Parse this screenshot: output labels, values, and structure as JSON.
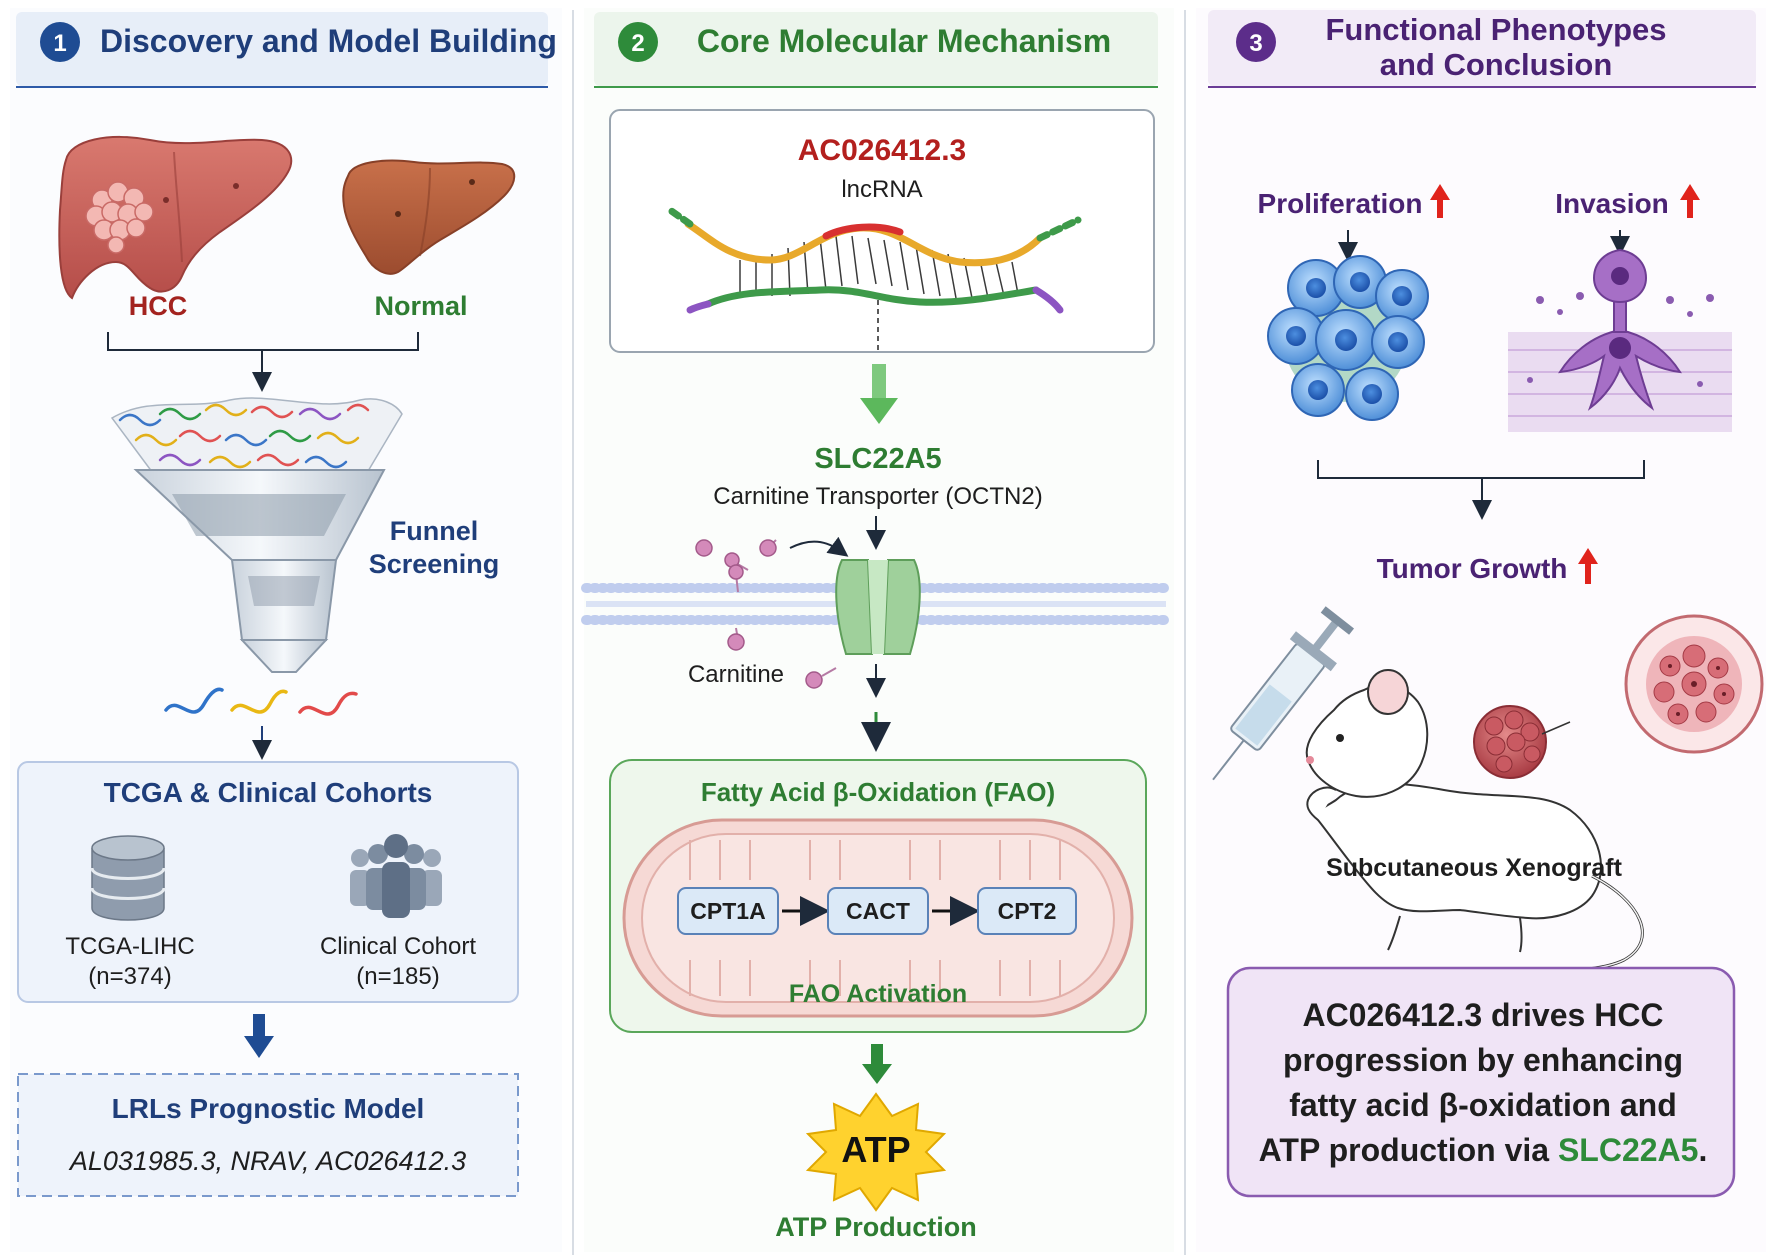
{
  "colors": {
    "blue_title": "#1f3e7a",
    "green_title": "#2e7d32",
    "purple_title": "#4a2273",
    "hcc_red": "#a3231f",
    "normal_green": "#2e7d32",
    "accent_red": "#e0231c",
    "membrane": "#b9c7ea",
    "mitochondria": "#f3cfcb"
  },
  "panel1": {
    "number": "1",
    "title": "Discovery and Model Building",
    "hcc_label": "HCC",
    "normal_label": "Normal",
    "funnel_label_line1": "Funnel",
    "funnel_label_line2": "Screening",
    "cohorts_title": "TCGA & Clinical Cohorts",
    "tcga_name": "TCGA-LIHC",
    "tcga_n": "(n=374)",
    "clinical_name": "Clinical Cohort",
    "clinical_n": "(n=185)",
    "model_title": "LRLs Prognostic Model",
    "model_genes": "AL031985.3, NRAV, AC026412.3",
    "icons": [
      "liver-hcc-icon",
      "liver-normal-icon",
      "funnel-icon",
      "database-icon",
      "people-group-icon"
    ]
  },
  "panel2": {
    "number": "2",
    "title": "Core Molecular Mechanism",
    "lnc_name": "AC026412.3",
    "lnc_type": "lncRNA",
    "target_name": "SLC22A5",
    "target_desc": "Carnitine Transporter (OCTN2)",
    "carnitine_label": "Carnitine",
    "fao_title": "Fatty Acid β-Oxidation (FAO)",
    "enzymes": [
      "CPT1A",
      "CACT",
      "CPT2"
    ],
    "fao_activation": "FAO Activation",
    "atp_label": "ATP",
    "atp_production": "ATP Production",
    "icons": [
      "rna-duplex-icon",
      "transporter-icon",
      "mitochondrion-icon",
      "atp-burst-icon"
    ]
  },
  "panel3": {
    "number": "3",
    "title_line1": "Functional Phenotypes",
    "title_line2": "and Conclusion",
    "proliferation_label": "Proliferation",
    "invasion_label": "Invasion",
    "tumor_growth_label": "Tumor Growth",
    "xenograft_label": "Subcutaneous Xenograft",
    "conclusion_line1": "AC026412.3 drives HCC",
    "conclusion_line2": "progression by enhancing",
    "conclusion_line3": "fatty acid β-oxidation and",
    "conclusion_line4_prefix": "ATP production via ",
    "conclusion_line4_highlight": "SLC22A5",
    "conclusion_line4_suffix": ".",
    "icons": [
      "cell-cluster-icon",
      "invading-cell-icon",
      "mouse-icon",
      "syringe-icon",
      "tumor-histology-icon",
      "up-arrow-icon"
    ]
  }
}
